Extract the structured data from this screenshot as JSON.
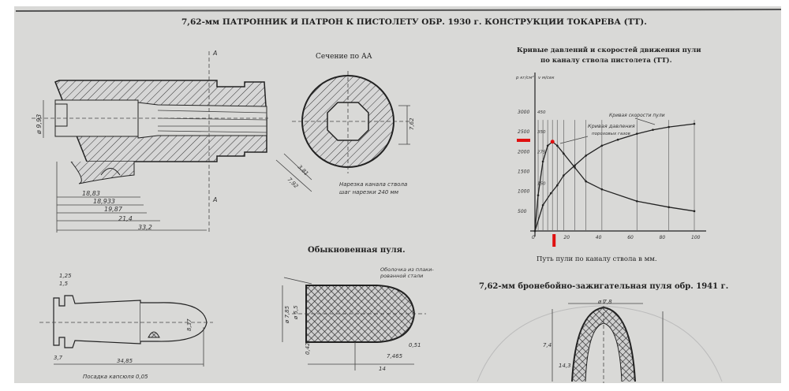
{
  "title": "7,62-мм ПАТРОННИК И ПАТРОН К ПИСТОЛЕТУ ОБР. 1930 г. КОНСТРУКЦИИ ТОКАРЕВА (ТТ).",
  "chamber": {
    "dims": [
      "ø 9,93",
      "18,83",
      "18,933",
      "19,87",
      "21,4",
      "33,2"
    ],
    "section_mark": "A"
  },
  "section": {
    "title": "Сечение по АА",
    "dims": [
      "7,62",
      "3,81",
      "7,92"
    ],
    "note_line1": "Нарезка канала ствола",
    "note_line2": "шаг нарезки 240 мм"
  },
  "cartridge": {
    "dims": [
      "1,25",
      "1,5",
      "3,7",
      "34,85",
      "8,37"
    ],
    "note": "Посадка капсюля 0,05"
  },
  "bullet": {
    "title": "Обыкновенная пуля.",
    "note_line1": "Оболочка из плаки-",
    "note_line2": "рованной стали",
    "dims": [
      "ø 7,85",
      "ø 5,5",
      "7,465",
      "14",
      "0,51",
      "0,42"
    ]
  },
  "ap_bullet": {
    "title": "7,62-мм бронебойно-зажигательная пуля обр. 1941 г.",
    "dims": [
      "ø 7,8",
      "7,4",
      "14,3"
    ]
  },
  "chart_data": {
    "type": "line",
    "title_line1": "Кривые давлений и скоростей движения пули",
    "title_line2": "по каналу ствола пистолета (ТТ).",
    "xlabel": "Путь пули по каналу ствола в мм.",
    "ylabel_left": "p кг/см²",
    "ylabel_right": "v м/сек",
    "xlim": [
      0,
      100
    ],
    "ylim": [
      0,
      3000
    ],
    "x_ticks": [
      "0",
      "20",
      "40",
      "60",
      "80",
      "100"
    ],
    "y_ticks": [
      "500",
      "1000",
      "1500",
      "2000",
      "2500",
      "3000"
    ],
    "y2_ticks": [
      "150",
      "275",
      "350",
      "450"
    ],
    "annotation_pressure_line1": "Кривая давления",
    "annotation_pressure_line2": "пороховых газов",
    "annotation_velocity": "Кривая скорости пули",
    "series": [
      {
        "name": "pressure",
        "x": [
          0,
          2,
          5,
          8,
          11,
          14,
          18,
          25,
          32,
          42,
          64,
          84,
          100
        ],
        "y": [
          0,
          900,
          1750,
          2150,
          2250,
          2150,
          1950,
          1600,
          1250,
          1050,
          750,
          600,
          500
        ]
      },
      {
        "name": "velocity",
        "x": [
          0,
          5,
          10,
          14,
          18,
          25,
          32,
          42,
          52,
          64,
          74,
          84,
          100
        ],
        "y": [
          0,
          650,
          950,
          1150,
          1400,
          1650,
          1900,
          2150,
          2300,
          2450,
          2550,
          2620,
          2700
        ]
      }
    ],
    "highlight_x": 11,
    "highlight_y": 2250,
    "highlight_color": "#e01010"
  }
}
